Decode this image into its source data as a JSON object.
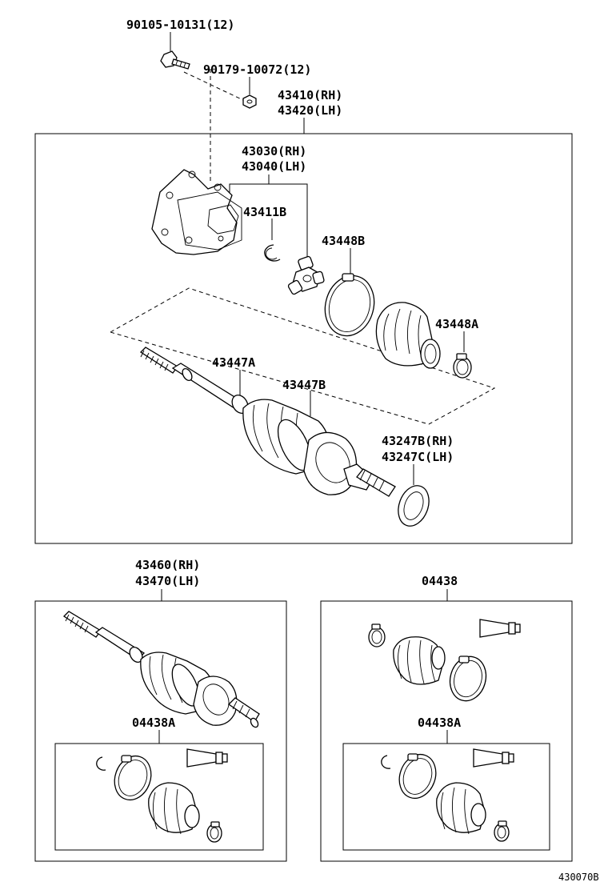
{
  "labels": {
    "bolt": "90105-10131(12)",
    "nut": "90179-10072(12)",
    "shaft_assy_rh": "43410(RH)",
    "shaft_assy_lh": "43420(LH)",
    "tripod_housing_rh": "43030(RH)",
    "tripod_housing_lh": "43040(LH)",
    "snap_ring": "43411B",
    "boot_band_large": "43448B",
    "boot_band_small": "43448A",
    "outer_band_a": "43447A",
    "outer_band_b": "43447B",
    "dust_seal_rh": "43247B(RH)",
    "dust_seal_lh": "43247C(LH)",
    "outboard_joint_rh": "43460(RH)",
    "outboard_joint_lh": "43470(LH)",
    "boot_kit_inboard": "04438",
    "boot_kit_a_left": "04438A",
    "boot_kit_a_right": "04438A",
    "diagram_ref": "430070B"
  }
}
